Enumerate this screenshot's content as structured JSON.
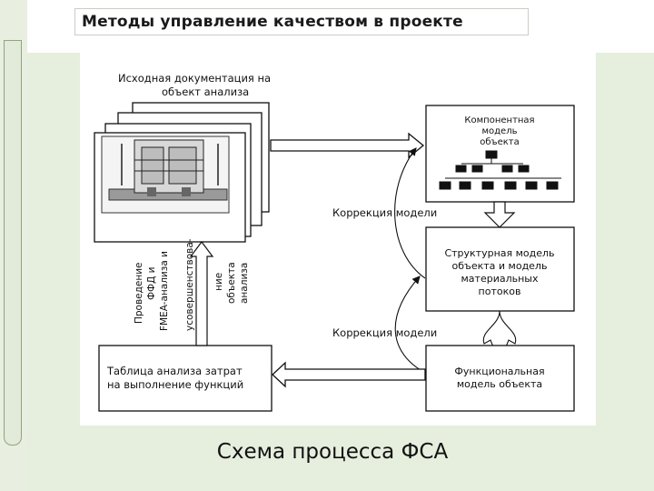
{
  "slide": {
    "title": "Методы управление качеством в проекте",
    "caption": "Схема процесса ФСА"
  },
  "diagram": {
    "source_docs_label": [
      "Исходная документация на",
      "объект анализа"
    ],
    "component_model": [
      "Компонентная",
      "модель",
      "объекта"
    ],
    "structural_model": [
      "Структурная модель",
      "объекта и модель",
      "материальных",
      "потоков"
    ],
    "functional_model": [
      "Функциональная",
      "модель объекта"
    ],
    "cost_table": [
      "Таблица анализа затрат",
      "на выполнение функций"
    ],
    "correction_1": "Коррекция модели",
    "correction_2": "Коррекция модели",
    "vertical_left": [
      "Проведение",
      "ФФД и",
      "FMEA-анализа и"
    ],
    "vertical_right": [
      "усовершенствова-",
      "ние",
      "объекта",
      "анализа"
    ]
  },
  "colors": {
    "panel_green": "#e6eede",
    "rail_green": "#8fa57c",
    "line": "#111111"
  }
}
